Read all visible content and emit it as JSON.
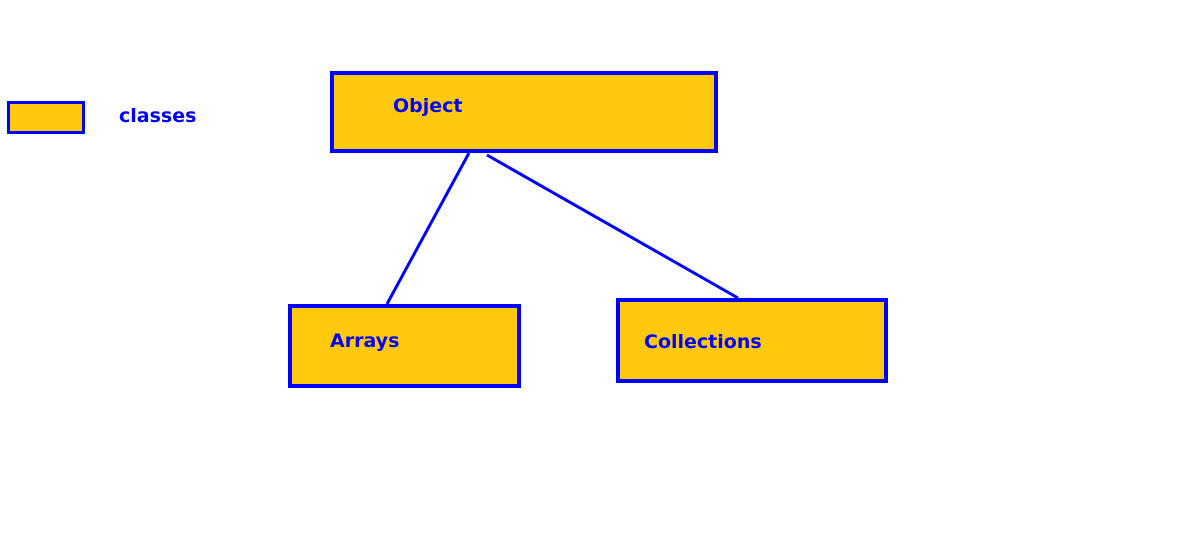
{
  "legend": {
    "label": "classes"
  },
  "nodes": {
    "object": "Object",
    "arrays": "Arrays",
    "collections": "Collections"
  },
  "colors": {
    "box_fill": "#FFC90E",
    "stroke": "#0000FF",
    "text": "#0000FF",
    "background": "#FFFFFF"
  }
}
